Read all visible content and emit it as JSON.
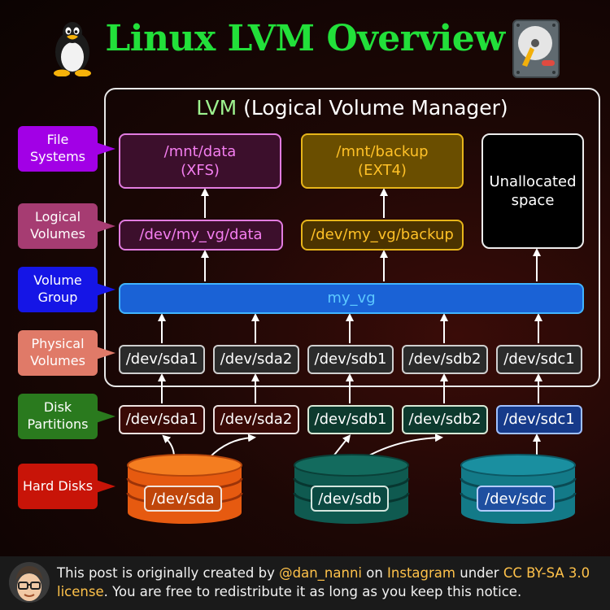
{
  "title": "Linux LVM Overview",
  "lvm": {
    "acronym": "LVM",
    "expansion": "(Logical Volume Manager)"
  },
  "layers": {
    "file_systems": "File Systems",
    "logical_volumes": "Logical Volumes",
    "volume_group": "Volume Group",
    "physical_volumes": "Physical Volumes",
    "disk_partitions": "Disk Partitions",
    "hard_disks": "Hard Disks"
  },
  "filesystems": [
    {
      "mount": "/mnt/data",
      "type": "(XFS)"
    },
    {
      "mount": "/mnt/backup",
      "type": "(EXT4)"
    }
  ],
  "unallocated": "Unallocated space",
  "logical_volumes": [
    "/dev/my_vg/data",
    "/dev/my_vg/backup"
  ],
  "volume_group": "my_vg",
  "physical_volumes": [
    "/dev/sda1",
    "/dev/sda2",
    "/dev/sdb1",
    "/dev/sdb2",
    "/dev/sdc1"
  ],
  "partitions": [
    "/dev/sda1",
    "/dev/sda2",
    "/dev/sdb1",
    "/dev/sdb2",
    "/dev/sdc1"
  ],
  "disks": [
    "/dev/sda",
    "/dev/sdb",
    "/dev/sdc"
  ],
  "footer": {
    "p1": "This post is originally created by ",
    "handle": "@dan_nanni",
    "p2": " on ",
    "platform": "Instagram",
    "p3": " under ",
    "license": "CC BY-SA 3.0 license",
    "p4": ". You are free to redistribute it as long as you keep this notice."
  },
  "icons": [
    "tux-penguin-icon",
    "hard-drive-icon",
    "author-avatar-icon"
  ],
  "colors": {
    "title": "#22e03a",
    "filesystems": "#a200e6",
    "logical_volumes": "#a63c72",
    "volume_group": "#1515e6",
    "physical_volumes": "#e07a68",
    "disk_partitions": "#2a7a1e",
    "hard_disks": "#c81408"
  }
}
